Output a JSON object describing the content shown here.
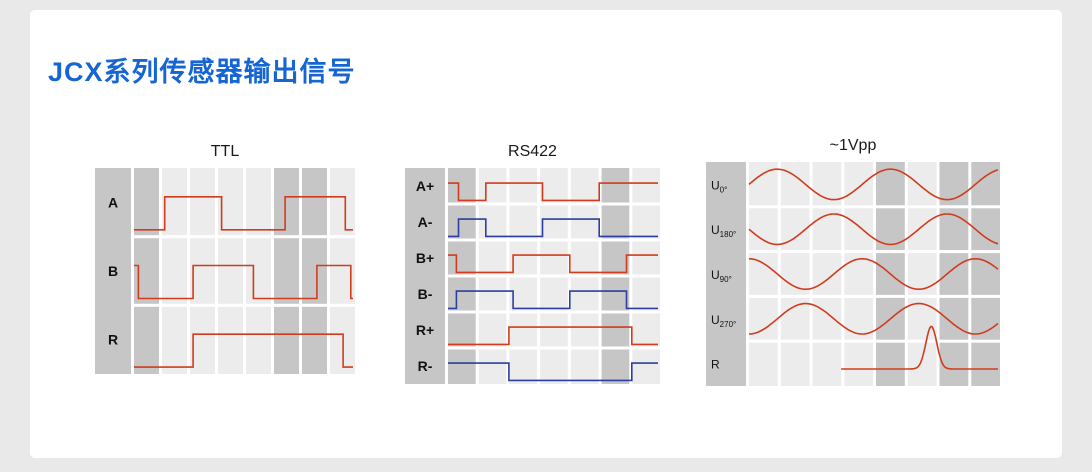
{
  "page": {
    "title": "JCX系列传感器输出信号"
  },
  "colors": {
    "background": "#e9e9e9",
    "card": "#ffffff",
    "title": "#1565d2",
    "stripe_dark": "#c6c6c6",
    "stripe_light": "#ececec",
    "label_column": "#c6c6c6",
    "grid_line": "#ffffff",
    "wave_red": "#d03c1e",
    "wave_blue": "#2c3f9e",
    "panel_title": "#1a1a1a",
    "row_label": "#111111"
  },
  "panels": [
    {
      "key": "ttl",
      "title": "TTL",
      "label_width": 36,
      "columns": [
        "dark",
        "light",
        "light",
        "light",
        "light",
        "dark",
        "dark",
        "light"
      ],
      "rows": [
        {
          "label": "A",
          "sub": "",
          "wave": {
            "type": "square",
            "color": "red",
            "start": 0,
            "steps": [
              [
                0.14,
                1
              ],
              [
                0.4,
                0
              ],
              [
                0.69,
                1
              ],
              [
                0.965,
                0
              ]
            ]
          }
        },
        {
          "label": "B",
          "sub": "",
          "wave": {
            "type": "square",
            "color": "red",
            "start": 1,
            "steps": [
              [
                0.02,
                0
              ],
              [
                0.27,
                1
              ],
              [
                0.545,
                0
              ],
              [
                0.835,
                1
              ],
              [
                0.99,
                0
              ]
            ]
          }
        },
        {
          "label": "R",
          "sub": "",
          "wave": {
            "type": "square",
            "color": "red",
            "start": 0,
            "steps": [
              [
                0.27,
                1
              ],
              [
                0.955,
                0
              ]
            ]
          }
        }
      ]
    },
    {
      "key": "rs422",
      "title": "RS422",
      "label_width": 40,
      "columns": [
        "dark",
        "light",
        "light",
        "light",
        "light",
        "dark",
        "light"
      ],
      "rows": [
        {
          "label": "A+",
          "sub": "",
          "wave": {
            "type": "square",
            "color": "red",
            "start": 1,
            "steps": [
              [
                0.05,
                0
              ],
              [
                0.18,
                1
              ],
              [
                0.45,
                0
              ],
              [
                0.72,
                1
              ]
            ]
          }
        },
        {
          "label": "A-",
          "sub": "",
          "wave": {
            "type": "square",
            "color": "blue",
            "start": 0,
            "steps": [
              [
                0.05,
                1
              ],
              [
                0.18,
                0
              ],
              [
                0.45,
                1
              ],
              [
                0.72,
                0
              ]
            ]
          }
        },
        {
          "label": "B+",
          "sub": "",
          "wave": {
            "type": "square",
            "color": "red",
            "start": 1,
            "steps": [
              [
                0.04,
                0
              ],
              [
                0.31,
                1
              ],
              [
                0.58,
                0
              ],
              [
                0.85,
                1
              ]
            ]
          }
        },
        {
          "label": "B-",
          "sub": "",
          "wave": {
            "type": "square",
            "color": "blue",
            "start": 0,
            "steps": [
              [
                0.04,
                1
              ],
              [
                0.31,
                0
              ],
              [
                0.58,
                1
              ],
              [
                0.85,
                0
              ]
            ]
          }
        },
        {
          "label": "R+",
          "sub": "",
          "wave": {
            "type": "square",
            "color": "red",
            "start": 0,
            "steps": [
              [
                0.29,
                1
              ],
              [
                0.875,
                0
              ]
            ]
          }
        },
        {
          "label": "R-",
          "sub": "",
          "wave": {
            "type": "square",
            "color": "blue",
            "start": 1,
            "steps": [
              [
                0.29,
                0
              ],
              [
                0.875,
                1
              ]
            ]
          }
        }
      ]
    },
    {
      "key": "vpp",
      "title": "~1Vpp",
      "label_width": 40,
      "columns": [
        "light",
        "light",
        "light",
        "light",
        "dark",
        "light",
        "dark",
        "dark"
      ],
      "rows": [
        {
          "label": "U",
          "sub": "0°",
          "wave": {
            "type": "sine",
            "color": "red",
            "phase": 0,
            "cycles": 2.2
          }
        },
        {
          "label": "U",
          "sub": "180°",
          "wave": {
            "type": "sine",
            "color": "red",
            "phase": 180,
            "cycles": 2.2
          }
        },
        {
          "label": "U",
          "sub": "90°",
          "wave": {
            "type": "sine",
            "color": "red",
            "phase": 90,
            "cycles": 2.2
          }
        },
        {
          "label": "U",
          "sub": "270°",
          "wave": {
            "type": "sine",
            "color": "red",
            "phase": 270,
            "cycles": 2.2
          }
        },
        {
          "label": "R",
          "sub": "",
          "wave": {
            "type": "peak",
            "color": "red",
            "center": 0.575,
            "width": 0.035,
            "span": [
              0.37,
              1
            ]
          }
        }
      ]
    }
  ]
}
